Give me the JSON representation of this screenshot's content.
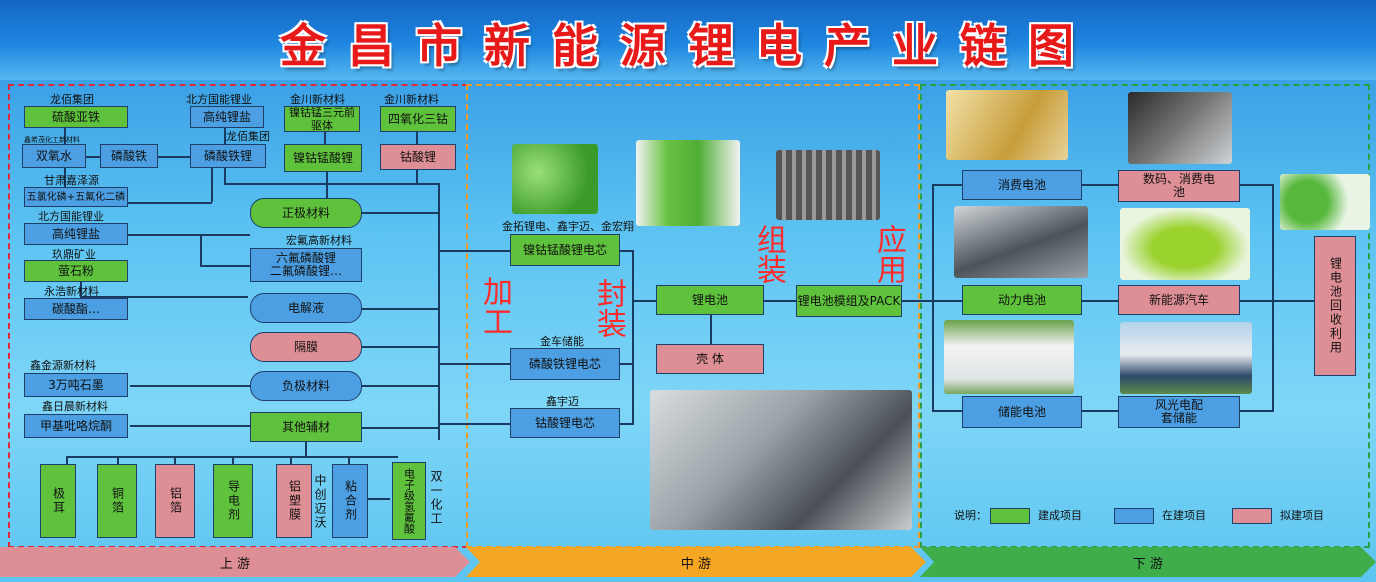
{
  "title": "金昌市新能源锂电产业链图",
  "upstream": {
    "companies": {
      "longbai": "龙佰集团",
      "beifang1": "北方国能锂业",
      "jinchuan1": "金川新材料",
      "jinchuan2": "金川新材料",
      "xinxi": "鑫希茂化工新材料",
      "longbai2": "龙佰集团",
      "gansu": "甘肃嘉泽源",
      "beifang2": "北方国能锂业",
      "jiuding": "玖鼎矿业",
      "yonghao": "永浩新材料",
      "honghu": "宏氟高新材料",
      "xinjinyuan": "鑫金源新材料",
      "xinrichen": "鑫日晨新材料",
      "shuangyi": "双一化工"
    },
    "boxes": {
      "lsyt": "硫酸亚铁",
      "gclyan": "高纯锂盐",
      "nigugu": "镍钴锰三元前驱体",
      "sycg": "四氧化三钴",
      "syhs": "双氧水",
      "lst": "磷酸铁",
      "lstl": "磷酸铁锂",
      "nglsl": "镍钴锰酸锂",
      "gsl": "钴酸锂",
      "wlh": "五氯化磷+五氟化二磷",
      "gclyan2": "高纯锂盐",
      "yss": "萤石粉",
      "tsz": "碳酸酯…",
      "zjcl": "正极材料",
      "lfl": "六氟磷酸锂\n二氟磷酸锂…",
      "djy": "电解液",
      "gm": "隔膜",
      "w3": "3万吨石墨",
      "fjcl": "负极材料",
      "jbz": "甲基吡咯烷酮",
      "qtfc": "其他辅材"
    },
    "bottom": [
      "极耳",
      "铜箔",
      "铝箔",
      "导电剂",
      "铝塑膜",
      "中创迈沃",
      "粘合剂",
      "电子级氢氟酸"
    ]
  },
  "midstream": {
    "big": {
      "jg": "加工",
      "fz": "封装",
      "zz": "组装",
      "yy": "应用"
    },
    "companies": {
      "jintuo": "金拓锂电、鑫宇迈、金宏翔",
      "jinche": "金车储能",
      "xinyu": "鑫宇迈"
    },
    "boxes": {
      "ngm": "镍钴锰酸锂电芯",
      "lst": "磷酸铁锂电芯",
      "gsl": "钴酸锂电芯",
      "lc": "锂电池",
      "kt": "壳 体",
      "mz": "锂电池模组及PACK"
    }
  },
  "downstream": {
    "boxes": {
      "xf": "消费电池",
      "sm": "数码、消费电池",
      "dl": "动力电池",
      "xny": "新能源汽车",
      "cn": "储能电池",
      "fg": "风光电配套储能",
      "hs": "锂电池回收利用"
    }
  },
  "legend": {
    "label": "说明：",
    "items": [
      "建成项目",
      "在建项目",
      "拟建项目"
    ],
    "colors": [
      "#5ec23c",
      "#4c9fe3",
      "#de8e95"
    ]
  },
  "stages": [
    "上 游",
    "中 游",
    "下 游"
  ]
}
